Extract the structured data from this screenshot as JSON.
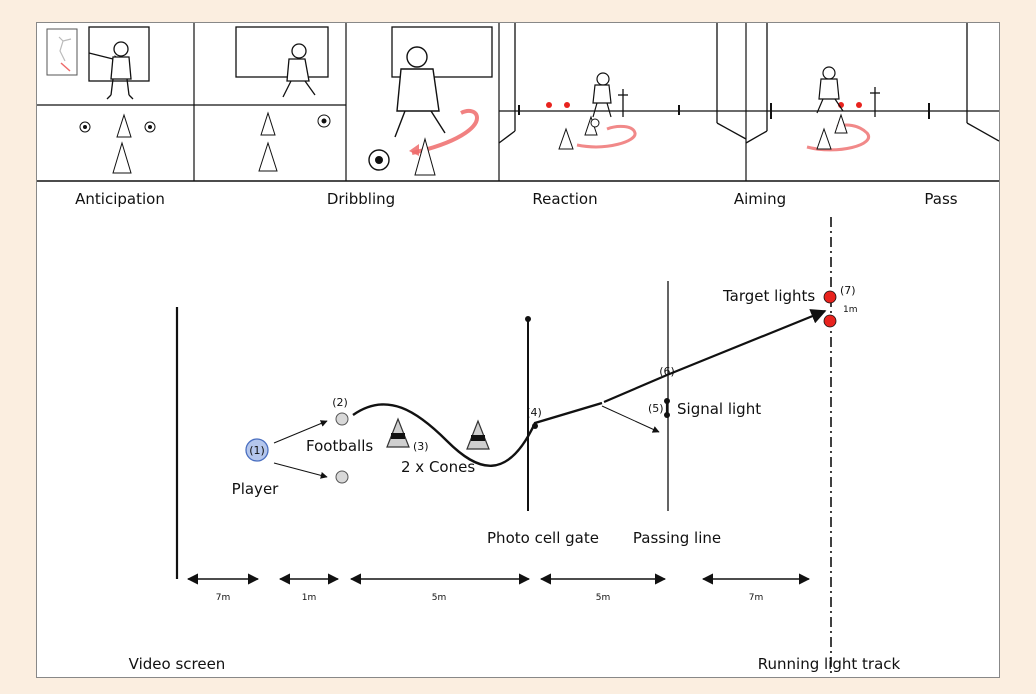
{
  "phases": [
    "Anticipation",
    "Dribbling",
    "Reaction",
    "Aiming",
    "Pass"
  ],
  "labels": {
    "player_num": "(1)",
    "player": "Player",
    "footballs_num": "(2)",
    "footballs": "Footballs",
    "cones_num": "(3)",
    "cones": "2 x Cones",
    "gate_num": "(4)",
    "gate": "Photo cell gate",
    "signal_num": "(5)",
    "signal": "Signal light",
    "pass_num": "(6)",
    "passing_line": "Passing line",
    "target_num": "(7)",
    "target": "Target lights",
    "target_gap": "1m",
    "video_screen": "Video screen",
    "running_track": "Running light track"
  },
  "distances": [
    "7m",
    "1m",
    "5m",
    "5m",
    "7m"
  ],
  "colors": {
    "player_fill": "#b4c6ec",
    "player_stroke": "#4a6fc0",
    "target_light": "#e8231e",
    "accent_arrow": "#ee6b6b",
    "ball_fill": "#d8d8d8"
  }
}
